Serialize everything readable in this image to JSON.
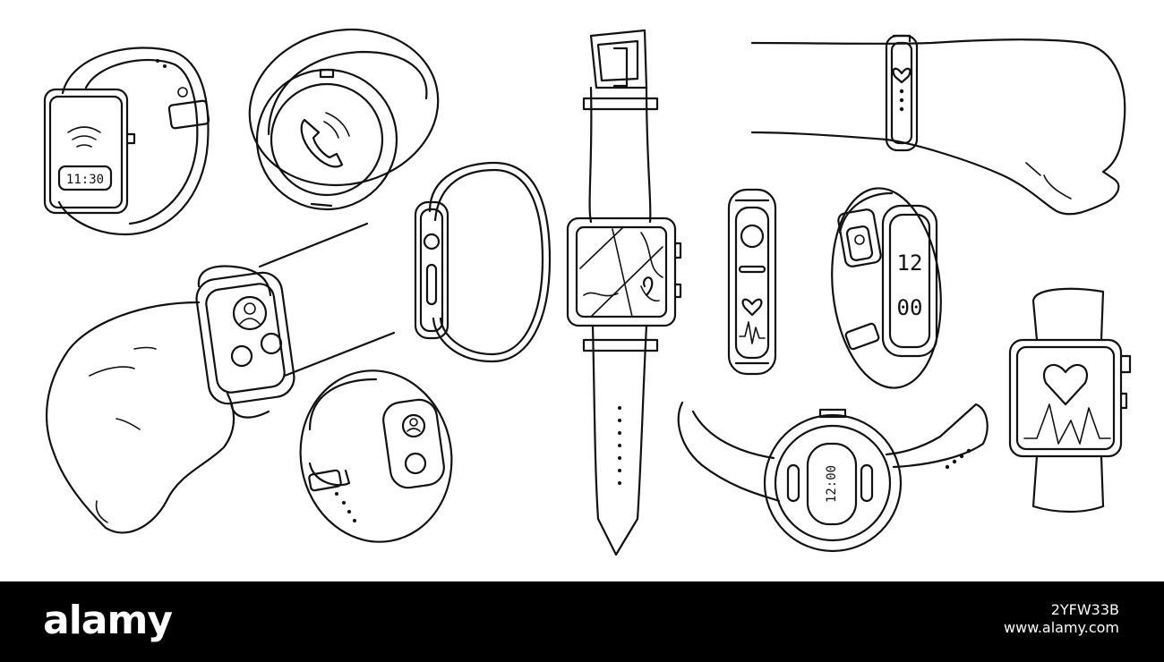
{
  "illustration": {
    "watch_readouts": {
      "square_watch_time": "11:30",
      "band_time_hour": "12",
      "band_time_minute": "00",
      "round_watch_time": "12:00"
    },
    "ink_color": "#111111",
    "background_color": "#ffffff"
  },
  "footer": {
    "brand": "alamy",
    "image_id": "2YFW33B",
    "url": "www.alamy.com"
  }
}
